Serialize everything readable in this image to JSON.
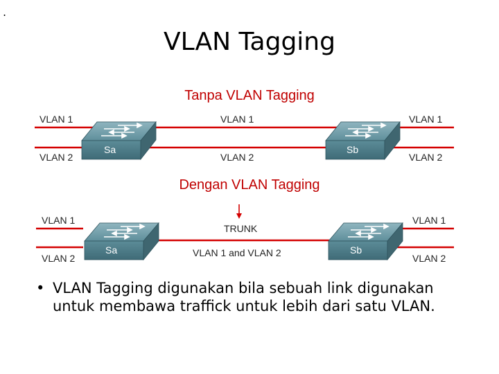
{
  "slide": {
    "corner_mark": ".",
    "title": "VLAN Tagging",
    "top_diagram": {
      "title": "Tanpa VLAN Tagging",
      "labels": {
        "left_vlan1": "VLAN 1",
        "left_vlan2": "VLAN 2",
        "mid_vlan1": "VLAN 1",
        "mid_vlan2": "VLAN 2",
        "right_vlan1": "VLAN 1",
        "right_vlan2": "VLAN 2"
      },
      "switch_a": "Sa",
      "switch_b": "Sb"
    },
    "bottom_diagram": {
      "title": "Dengan VLAN Tagging",
      "labels": {
        "left_vlan1": "VLAN 1",
        "left_vlan2": "VLAN 2",
        "trunk": "TRUNK",
        "trunk_vlans": "VLAN 1 and VLAN 2",
        "right_vlan1": "VLAN 1",
        "right_vlan2": "VLAN 2"
      },
      "switch_a": "Sa",
      "switch_b": "Sb"
    },
    "bullet": {
      "marker": "•",
      "text": "VLAN Tagging digunakan bila sebuah link digunakan untuk membawa traffick untuk lebih dari satu VLAN."
    }
  },
  "colors": {
    "link_red": "#d40000",
    "title_red": "#c00000",
    "switch_top": "#6d9aa6",
    "switch_front": "#4f7b87",
    "switch_side": "#3f6670"
  }
}
